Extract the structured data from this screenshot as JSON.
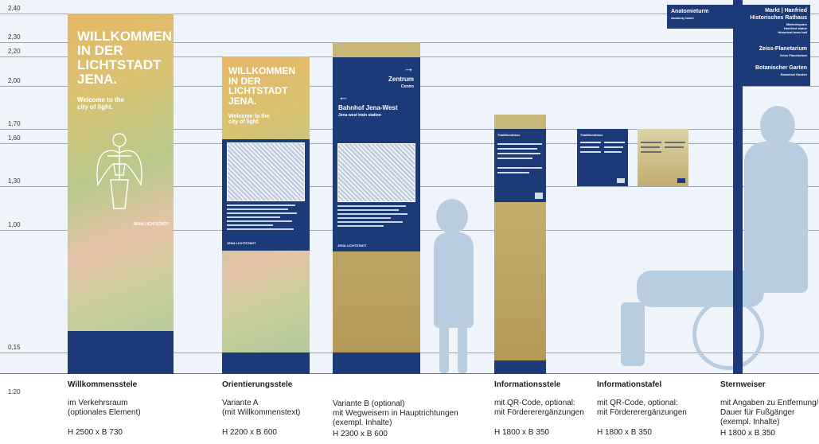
{
  "axis": {
    "ticks": [
      "2,40",
      "2,30",
      "2,20",
      "2,00",
      "1,70",
      "1,60",
      "1,30",
      "1,00",
      "0,15"
    ],
    "scale": "1:20"
  },
  "steles": [
    {
      "title": "Willkommensstele",
      "desc": "im Verkehrsraum\n(optionales Element)",
      "size": "H 2500 x B 730",
      "headline": "WILLKOMMEN\nIN DER\nLICHTSTADT\nJENA.",
      "tagline": "Welcome to the\ncity of light.",
      "brand": "JENA LICHTSTADT"
    },
    {
      "title": "Orientierungsstele",
      "desc": "Variante A\n(mit Willkommenstext)",
      "size": "H 2200 x B 600",
      "headline": "WILLKOMMEN\nIN DER\nLICHTSTADT\nJENA.",
      "tagline": "Welcome to the\ncity of light.",
      "brand": "JENA LICHTSTADT"
    },
    {
      "title": "",
      "desc": "Variante B (optional)\nmit Wegweisern in Hauptrichtungen\n(exempl. Inhalte)",
      "size": "H 2300 x B 600",
      "dest1": "Zentrum",
      "dest1_sub": "Centro",
      "dest2": "Bahnhof Jena-West",
      "dest2_sub": "Jena west train station",
      "brand": "JENA LICHTSTADT"
    },
    {
      "title": "Informationsstele",
      "desc": "mit QR-Code, optional:\nmit Fördererergänzungen",
      "size": "H 1800 x B 350",
      "card_title": "Traditionshaus"
    },
    {
      "title": "Informationstafel",
      "desc": "mit QR-Code, optional:\nmit Fördererergänzungen",
      "size": "H 1800 x B 350",
      "card_title": "Traditionshaus"
    },
    {
      "title": "Sternweiser",
      "desc": "mit Angaben zu Entfernung/\nDauer für Fußgänger\n(exempl. Inhalte)",
      "size": "H 1800 x B 350",
      "sign_left": "Anatomieturm",
      "sign_left_sub": "Anatomy tower",
      "signs": [
        {
          "name": "Markt | Hanfried",
          "sub": ""
        },
        {
          "name": "Historisches Rathaus",
          "sub": "Marketsquare\nHanfried statue\nHistorical town hall"
        },
        {
          "name": "Zeiss-Planetarium",
          "sub": "Zeiss Planetarium"
        },
        {
          "name": "Botanischer Garten",
          "sub": "Botanical Garden"
        }
      ]
    }
  ],
  "colors": {
    "navy": "#1d3a78",
    "gold": "#b39a55",
    "silhouette": "#b9cde0",
    "background": "#eef4fa"
  }
}
